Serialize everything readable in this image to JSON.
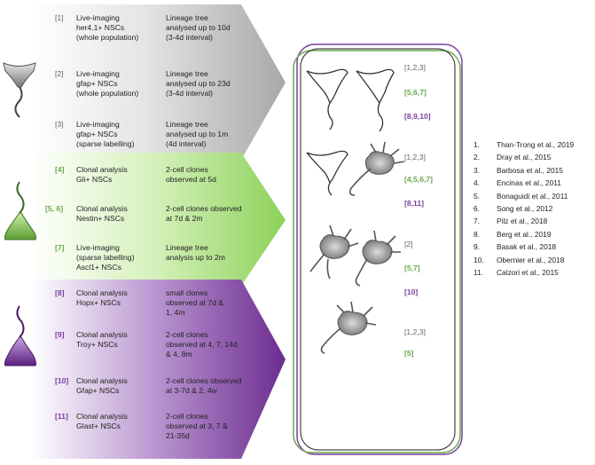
{
  "colors": {
    "gray": "#a8a8a8",
    "green": "#8dd15a",
    "purple": "#6c2c90",
    "green_text": "#6aa84f",
    "purple_text": "#7a3fa0"
  },
  "rows": [
    {
      "ref": "[1]",
      "ref_color": "gray",
      "method": "Live-imaging\nher4.1+ NSCs\n(whole population)",
      "obs": "Lineage tree\nanalysed up to 10d\n(3-4d interval)"
    },
    {
      "ref": "[2]",
      "ref_color": "gray",
      "method": "Live-imaging\ngfap+ NSCs\n(whole population)",
      "obs": "Lineage tree\nanalysed up to 23d\n(3-4d interval)"
    },
    {
      "ref": "[3]",
      "ref_color": "gray",
      "method": "Live-imaging\ngfap+ NSCs\n(sparse labelling)",
      "obs": "Lineage tree\nanalysed up to 1m\n(4d interval)"
    },
    {
      "ref": "[4]",
      "ref_color": "green",
      "method": "Clonal analysis\nGli+ NSCs",
      "obs": "2-cell clones\nobserved at 5d"
    },
    {
      "ref": "[5, 6]",
      "ref_color": "green",
      "method": "Clonal analysis\nNestin+ NSCs",
      "obs": "2-cell clones observed\nat 7d & 2m"
    },
    {
      "ref": "[7]",
      "ref_color": "green",
      "method": "Live-imaging\n(sparse labelling)\nAscl1+ NSCs",
      "obs": "Lineage tree\nanalysis up to 2m"
    },
    {
      "ref": "[8]",
      "ref_color": "purple",
      "method": "Clonal analysis\nHopx+ NSCs",
      "obs": "small clones\nobserved at 7d &\n1, 4m"
    },
    {
      "ref": "[9]",
      "ref_color": "purple",
      "method": "Clonal analysis\nTroy+ NSCs",
      "obs": "2-cell clones\nobserved at 4, 7, 14d\n& 4, 8m"
    },
    {
      "ref": "[10]",
      "ref_color": "purple",
      "method": "Clonal analysis\nGfap+ NSCs",
      "obs": "2-cell clones observed\nat 3-7d & 2, 4w"
    },
    {
      "ref": "[11]",
      "ref_color": "purple",
      "method": "Clonal analysis\nGlast+ NSCs",
      "obs": "2-cell clones\nobserved at 3, 7 &\n21-35d"
    }
  ],
  "outcomes": [
    {
      "gray": "[1,2,3]",
      "green": "[5,6,7]",
      "purple": "[8,9,10]"
    },
    {
      "gray": "[1,2,3]",
      "green": "[4,5,6,7]",
      "purple": "[8,11]"
    },
    {
      "gray": "[2]",
      "green": "[5,7]",
      "purple": "[10]"
    },
    {
      "gray": "[1,2,3]",
      "green": "[5]",
      "purple": ""
    }
  ],
  "references": [
    {
      "num": "1.",
      "text": "Than-Trong et al., 2019"
    },
    {
      "num": "2.",
      "text": "Dray et al., 2015"
    },
    {
      "num": "3.",
      "text": "Barbosa et al., 2015"
    },
    {
      "num": "4.",
      "text": "Encinas et al., 2011"
    },
    {
      "num": "5.",
      "text": "Bonaguidi et al., 2011"
    },
    {
      "num": "6.",
      "text": "Song et al., 2012"
    },
    {
      "num": "7.",
      "text": "Pilz et al., 2018"
    },
    {
      "num": "8.",
      "text": "Berg et al., 2019"
    },
    {
      "num": "9.",
      "text": "Basak et al., 2018"
    },
    {
      "num": "10.",
      "text": "Obernier et al., 2018"
    },
    {
      "num": "11.",
      "text": "Calzori et al., 2015"
    }
  ]
}
